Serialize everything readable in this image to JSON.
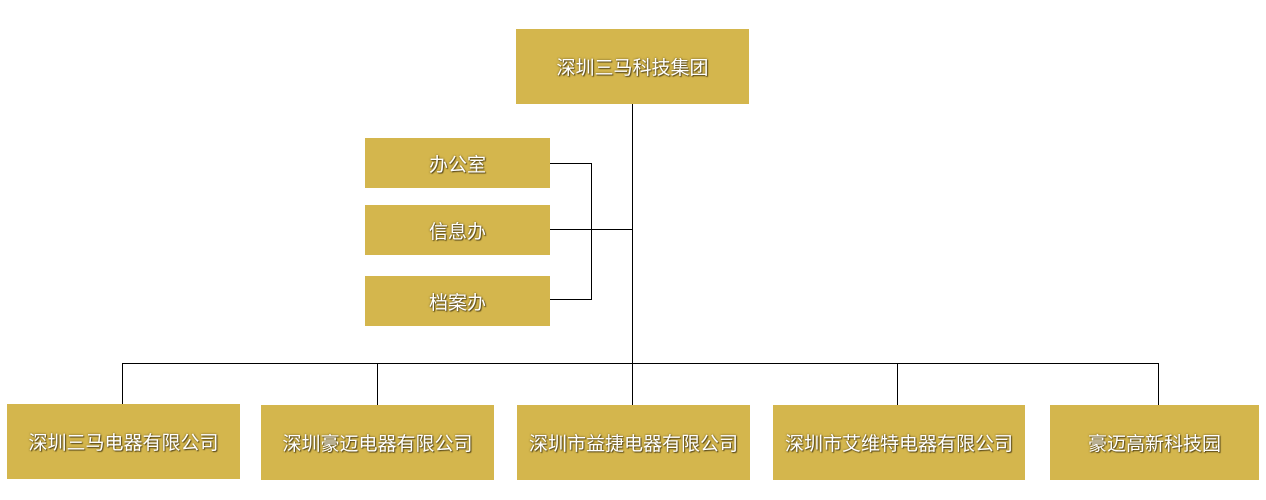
{
  "root": {
    "label": "深圳三马科技集团"
  },
  "staff_units": [
    {
      "label": "办公室"
    },
    {
      "label": "信息办"
    },
    {
      "label": "档案办"
    }
  ],
  "subsidiaries": [
    {
      "label": "深圳三马电器有限公司"
    },
    {
      "label": "深圳豪迈电器有限公司"
    },
    {
      "label": "深圳市益捷电器有限公司"
    },
    {
      "label": "深圳市艾维特电器有限公司"
    },
    {
      "label": "豪迈高新科技园"
    }
  ],
  "colors": {
    "box_fill": "#d4b64d",
    "box_text": "#ffffff",
    "connector": "#000000",
    "background": "#ffffff"
  }
}
